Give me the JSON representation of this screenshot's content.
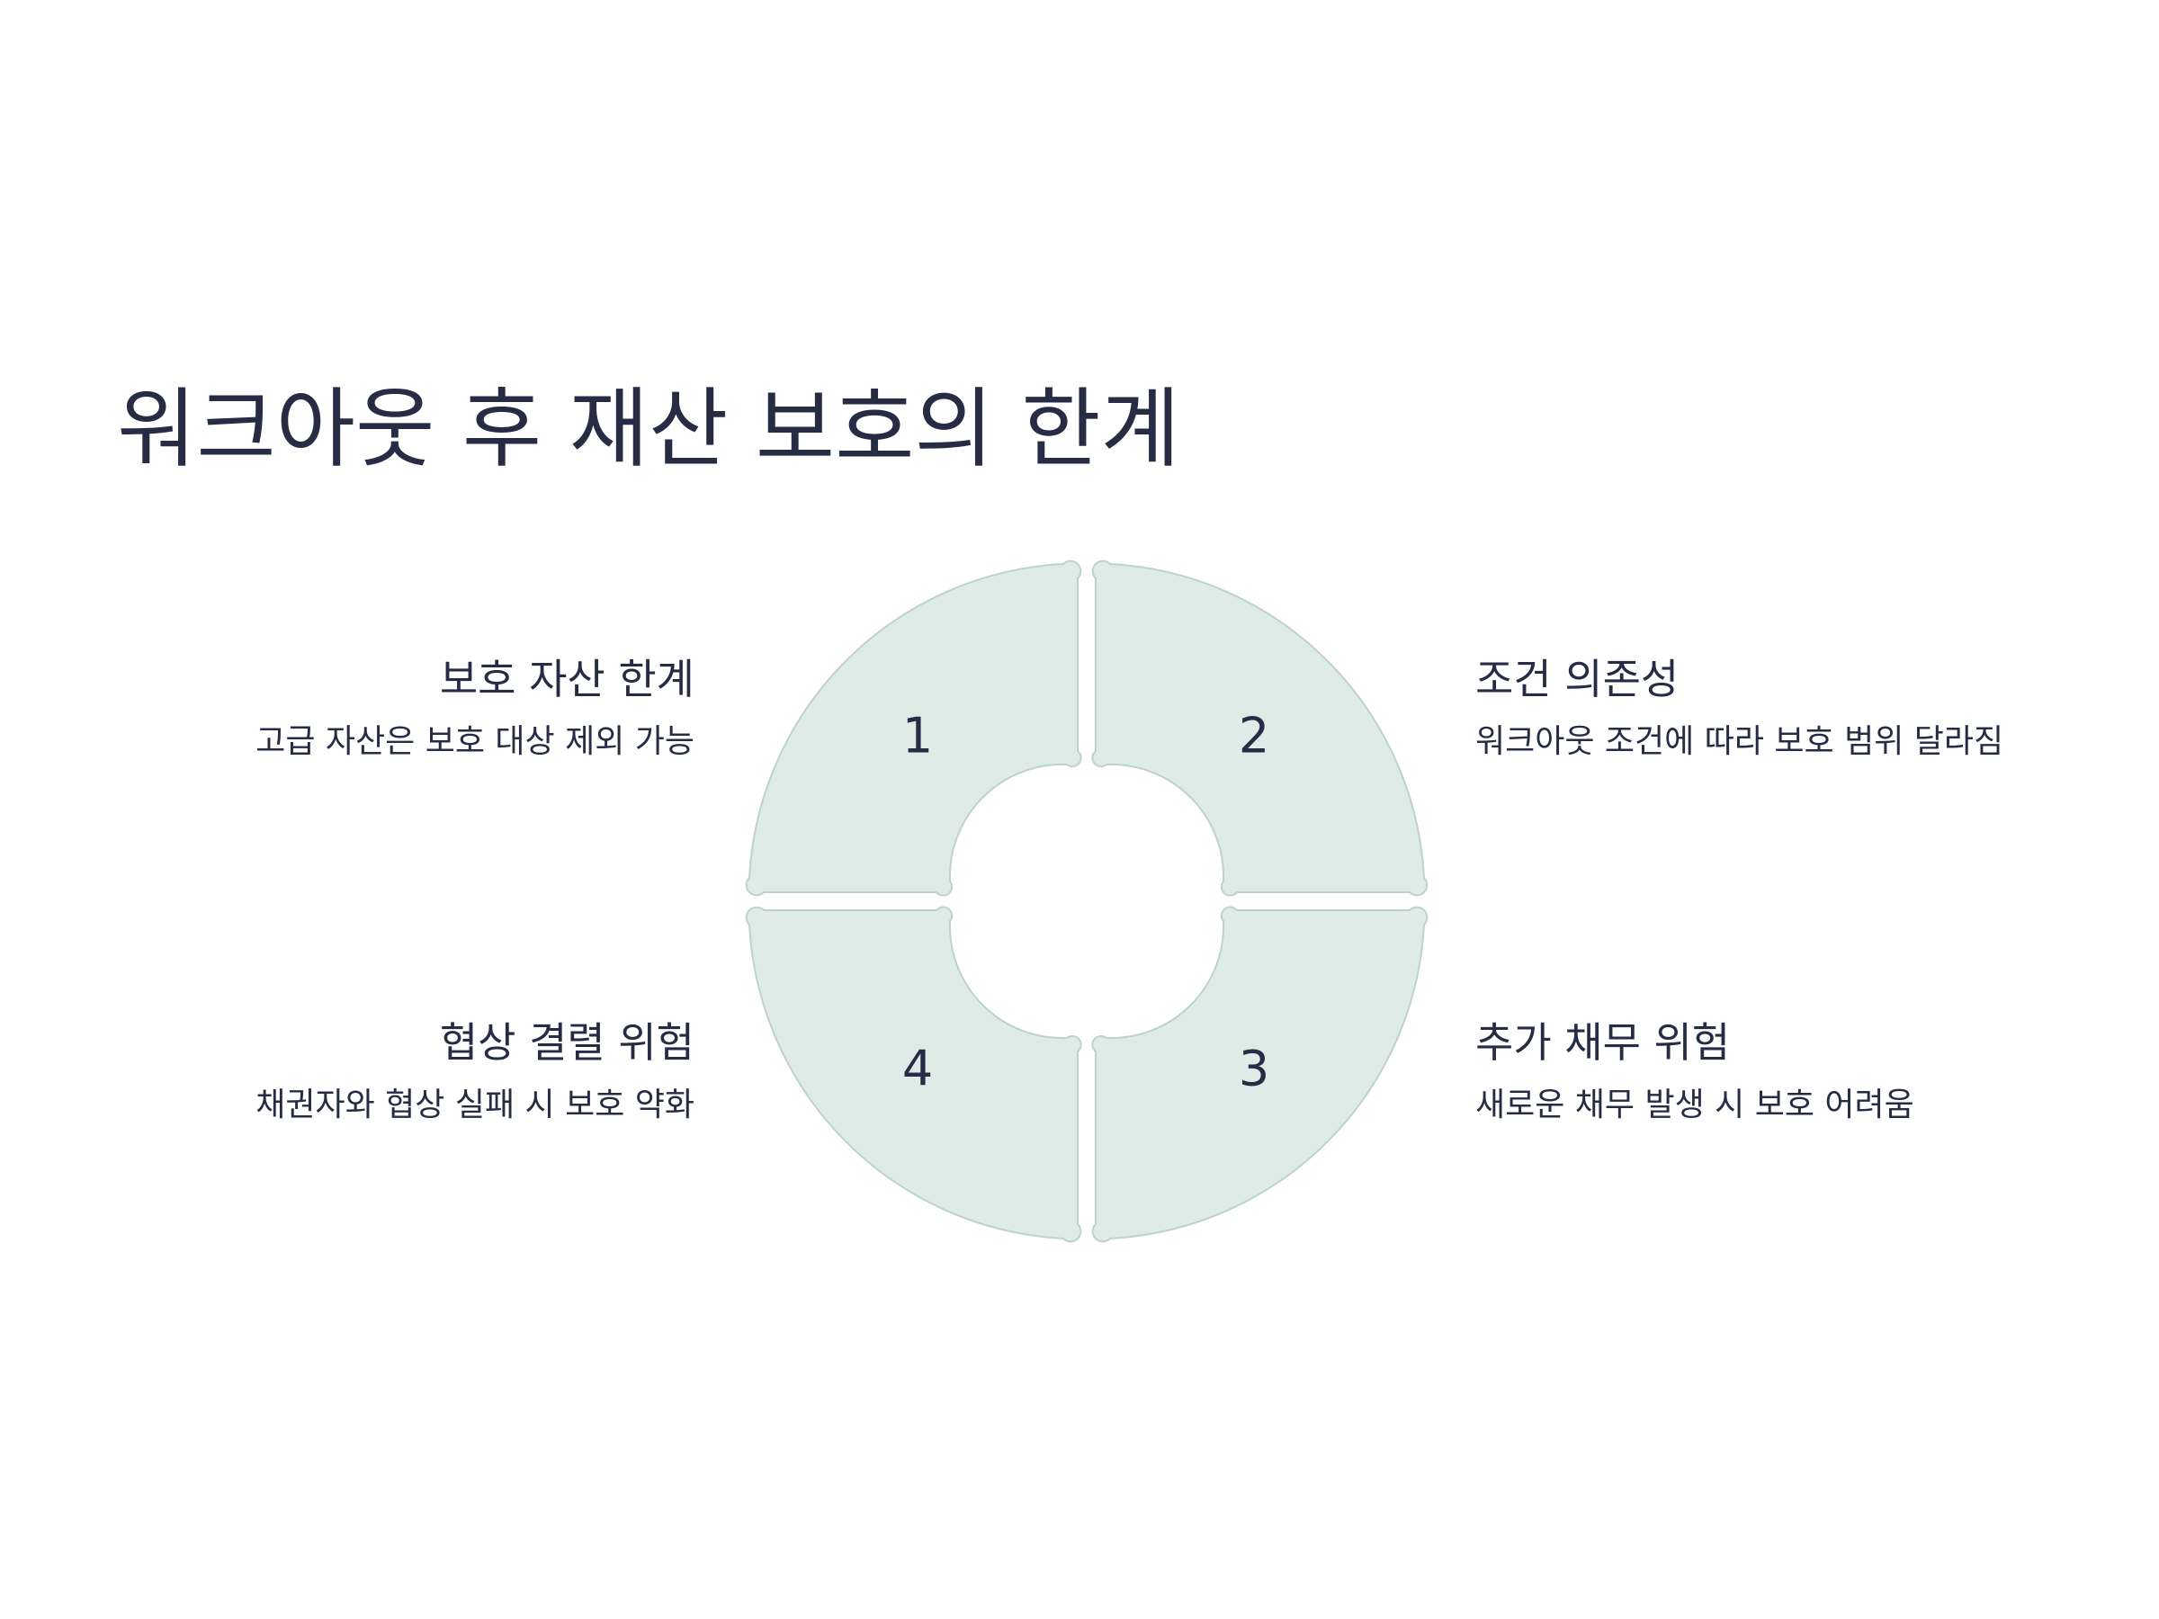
{
  "title": "워크아웃 후 재산 보호의 한계",
  "colors": {
    "segment_fill": "#dfebe7",
    "segment_stroke": "#bcd3cb",
    "text": "#262c44"
  },
  "segments": [
    {
      "number": "1",
      "title": "보호 자산 한계",
      "description": "고급 자산은 보호 대상 제외 가능"
    },
    {
      "number": "2",
      "title": "조건 의존성",
      "description": "워크아웃 조건에 따라 보호 범위 달라짐"
    },
    {
      "number": "3",
      "title": "추가 채무 위험",
      "description": "새로운 채무 발생 시 보호 어려움"
    },
    {
      "number": "4",
      "title": "협상 결렬 위험",
      "description": "채권자와 협상 실패 시 보호 약화"
    }
  ]
}
